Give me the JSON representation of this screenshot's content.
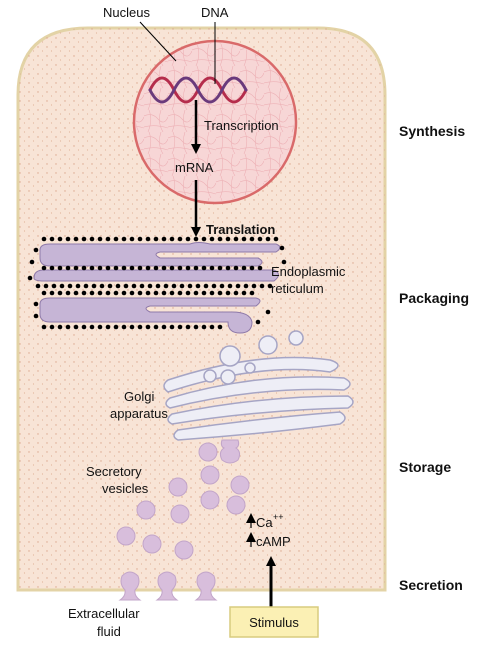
{
  "labels": {
    "nucleus": "Nucleus",
    "dna": "DNA",
    "transcription": "Transcription",
    "mrna": "mRNA",
    "translation": "Translation",
    "er_line1": "Endoplasmic",
    "er_line2": "reticulum",
    "golgi_line1": "Golgi",
    "golgi_line2": "apparatus",
    "vesicles_line1": "Secretory",
    "vesicles_line2": "vesicles",
    "ca": "Ca",
    "ca_charge": "++",
    "camp": "cAMP",
    "extracellular_line1": "Extracellular",
    "extracellular_line2": "fluid",
    "stimulus": "Stimulus"
  },
  "stages": {
    "synthesis": "Synthesis",
    "packaging": "Packaging",
    "storage": "Storage",
    "secretion": "Secretion"
  },
  "colors": {
    "cell_fill": "#f8e4d6",
    "cell_stroke": "#e3d3a6",
    "nucleus_fill": "#f7d6d6",
    "nucleus_stroke": "#d96a6a",
    "er_fill": "#c6b5d6",
    "golgi_fill": "#eeeef6",
    "vesicle_fill": "#d8bedc",
    "stimulus_fill": "#fbf0b4"
  }
}
